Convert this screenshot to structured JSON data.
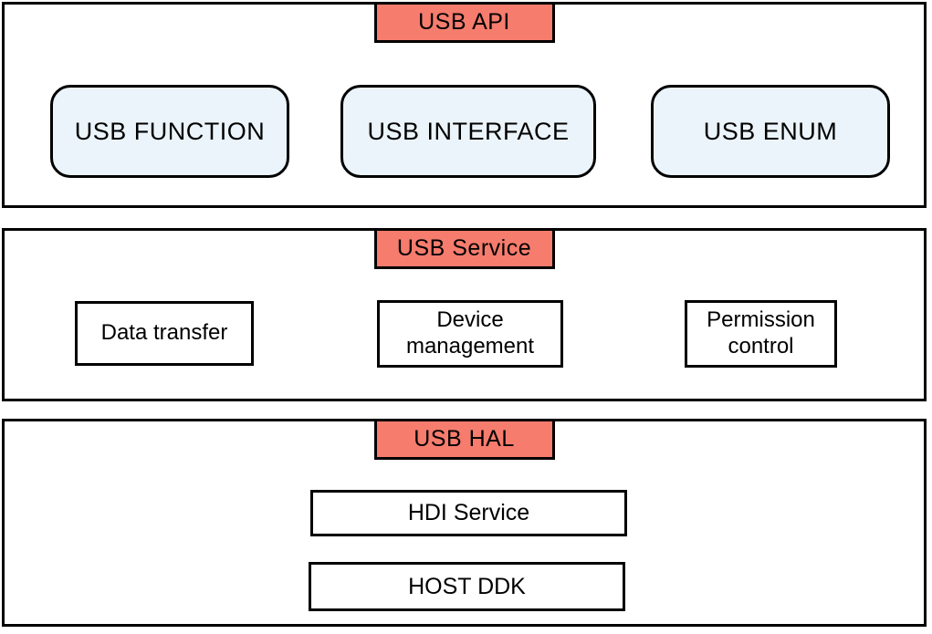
{
  "diagram": {
    "layers": [
      {
        "label": "USB API",
        "boxes": [
          "USB FUNCTION",
          "USB INTERFACE",
          "USB ENUM"
        ]
      },
      {
        "label": "USB Service",
        "boxes": [
          "Data transfer",
          "Device management",
          "Permission control"
        ]
      },
      {
        "label": "USB HAL",
        "boxes": [
          "HDI Service",
          "HOST DDK"
        ]
      }
    ],
    "colors": {
      "label_bg": "#F67C6D",
      "api_box_bg": "#EBF4FA",
      "border": "#000000",
      "background": "#FFFFFF"
    }
  }
}
